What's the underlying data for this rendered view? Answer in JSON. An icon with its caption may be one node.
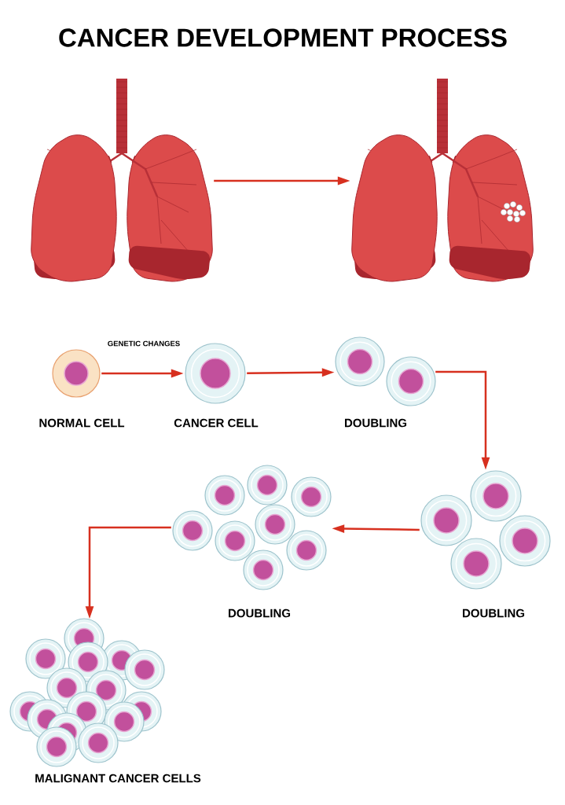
{
  "diagram": {
    "title": "CANCER DEVELOPMENT PROCESS",
    "nodes": [
      {
        "text": [],
        "shape": "picture"
      },
      {
        "text": [],
        "shape": "picture"
      },
      {
        "text": [
          "NORMAL CELL"
        ]
      },
      {
        "text": [
          "CANCER CELL"
        ]
      },
      {
        "text": [
          "DOUBLING"
        ]
      },
      {
        "text": [
          "DOUBLING"
        ]
      },
      {
        "text": [
          "DOUBLING"
        ]
      },
      {
        "text": [
          "MALIGNANT CANCER CELLS"
        ]
      }
    ],
    "edges": [
      {
        "from": 0,
        "to": 1,
        "arrow": "to"
      },
      {
        "from": 2,
        "to": 3,
        "arrow": "to",
        "label": "GENETIC CHANGES"
      },
      {
        "from": 3,
        "to": 4,
        "arrow": "to"
      },
      {
        "from": 4,
        "to": 5,
        "arrow": "to"
      },
      {
        "from": 5,
        "to": 6,
        "arrow": "to"
      },
      {
        "from": 6,
        "to": 7,
        "arrow": "to"
      }
    ]
  }
}
